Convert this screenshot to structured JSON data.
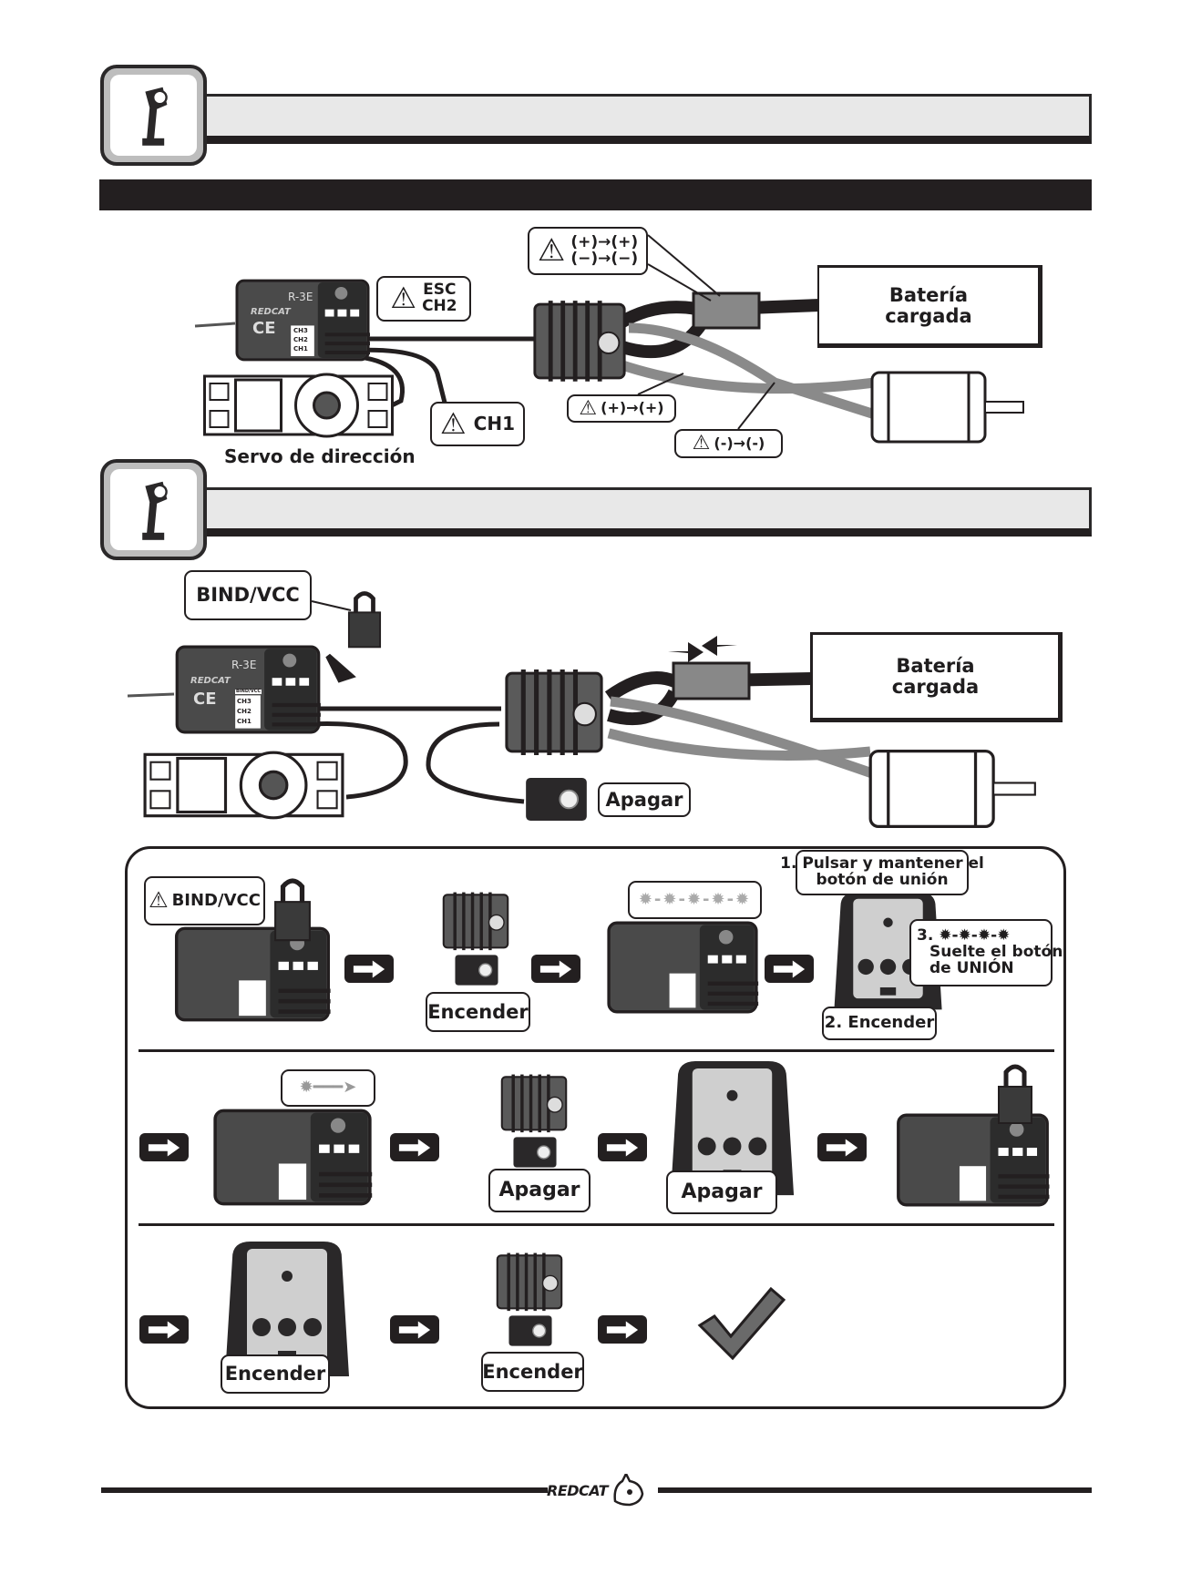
{
  "section1": {
    "polarity": {
      "plus": "(+)→(+)",
      "minus": "(−)→(−)"
    },
    "esc_label": "ESC\nCH2",
    "battery": "Batería\ncargada",
    "ch1": "CH1",
    "servo": "Servo de dirección",
    "motor_plus": "(+)→(+)",
    "motor_minus": "(-)→(-)"
  },
  "section2": {
    "bind": "BIND/VCC",
    "battery": "Batería\ncargada",
    "switch": "Apagar"
  },
  "steps": {
    "row1": {
      "bind": "BIND/VCC",
      "on": "Encender",
      "step1": "1. Pulsar y mantener el\nbotón de unión",
      "step3_num": "3.",
      "step3": "Suelte el botón\nde UNIÓN",
      "step2": "2. Encender"
    },
    "row2": {
      "esc_off": "Apagar",
      "tx_off": "Apagar"
    },
    "row3": {
      "tx_on": "Encender",
      "esc_on": "Encender"
    }
  },
  "receiver": {
    "brand": "REDCAT",
    "model": "R-3E",
    "ports": [
      "BIND/VCC",
      "CH3",
      "CH2",
      "CH1"
    ],
    "ce": "CE"
  },
  "footer": {
    "logo": "REDCAT"
  },
  "colors": {
    "dark": "#231f20",
    "bar": "#e8e8e8",
    "wire_gray": "#7a7a7a"
  }
}
